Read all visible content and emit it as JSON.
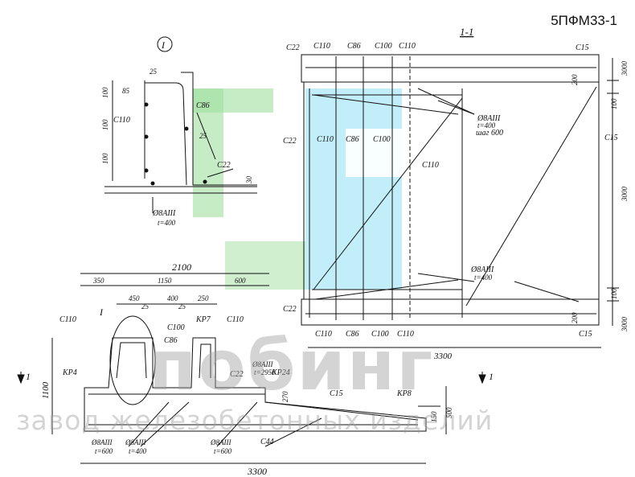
{
  "drawing_code": "5ПФМ33-1",
  "section_label": "1-1",
  "detail_label": "I",
  "watermark": {
    "brand": "побинг",
    "subtitle": "завод железобетонных изделий"
  },
  "colors": {
    "watermark_green": "#7fd07f",
    "watermark_blue": "#5fd0f0",
    "line": "#111111"
  },
  "detail": {
    "labels": [
      "C86",
      "C110",
      "C22",
      "25",
      "Ø8AIII",
      "t=400"
    ],
    "dims": [
      "25",
      "85",
      "100",
      "100",
      "100",
      "30"
    ]
  },
  "section": {
    "top_labels": [
      "C22",
      "C110",
      "C86",
      "C100",
      "C110",
      "C15"
    ],
    "mid_labels": [
      "C22",
      "C110",
      "C86",
      "C100",
      "C110",
      "C15"
    ],
    "bottom_labels": [
      "C22",
      "C110",
      "C86",
      "C100",
      "C110",
      "C15"
    ],
    "rebar_top": [
      "Ø8AIII",
      "t=400",
      "шаг 600"
    ],
    "rebar_bottom": [
      "Ø8AIII",
      "t=400"
    ],
    "dim_width": "3300",
    "dims_right": [
      "3000",
      "200",
      "100",
      "3000",
      "100",
      "200",
      "3000"
    ]
  },
  "elevation": {
    "dim_total": "2100",
    "dims_top": [
      "350",
      "1150",
      "600"
    ],
    "dims_inner": [
      "450",
      "400",
      "250",
      "25",
      "25"
    ],
    "labels": [
      "C110",
      "C86",
      "C100",
      "KP7",
      "C110",
      "C22",
      "KP4",
      "C15",
      "KP8",
      "C44",
      "KP24"
    ],
    "marker": "I",
    "rebar": [
      "Ø8AIII",
      "t=2950"
    ],
    "bars_bottom": [
      {
        "a": "Ø8AIII",
        "b": "t=600"
      },
      {
        "a": "Ø8AIII",
        "b": "t=400"
      },
      {
        "a": "Ø8AIII",
        "b": "t=600"
      }
    ],
    "dim_height": "1100",
    "dim_right": [
      "270",
      "150",
      "500"
    ],
    "dim_width": "3300",
    "cut_marks": [
      "1",
      "1"
    ]
  }
}
